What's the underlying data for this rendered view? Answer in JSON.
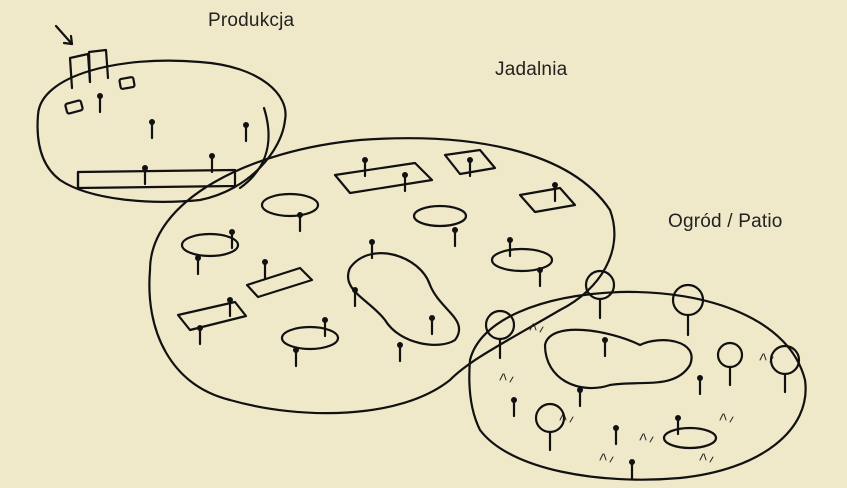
{
  "zones": {
    "production": "Produkcja",
    "dining": "Jadalnia",
    "garden": "Ogród / Patio"
  },
  "colors": {
    "background": "#efe8c9",
    "ink": "#111111"
  },
  "icons": [
    "arrow-icon",
    "door-icon",
    "person-icon",
    "table-icon",
    "tree-icon",
    "grass-icon"
  ]
}
